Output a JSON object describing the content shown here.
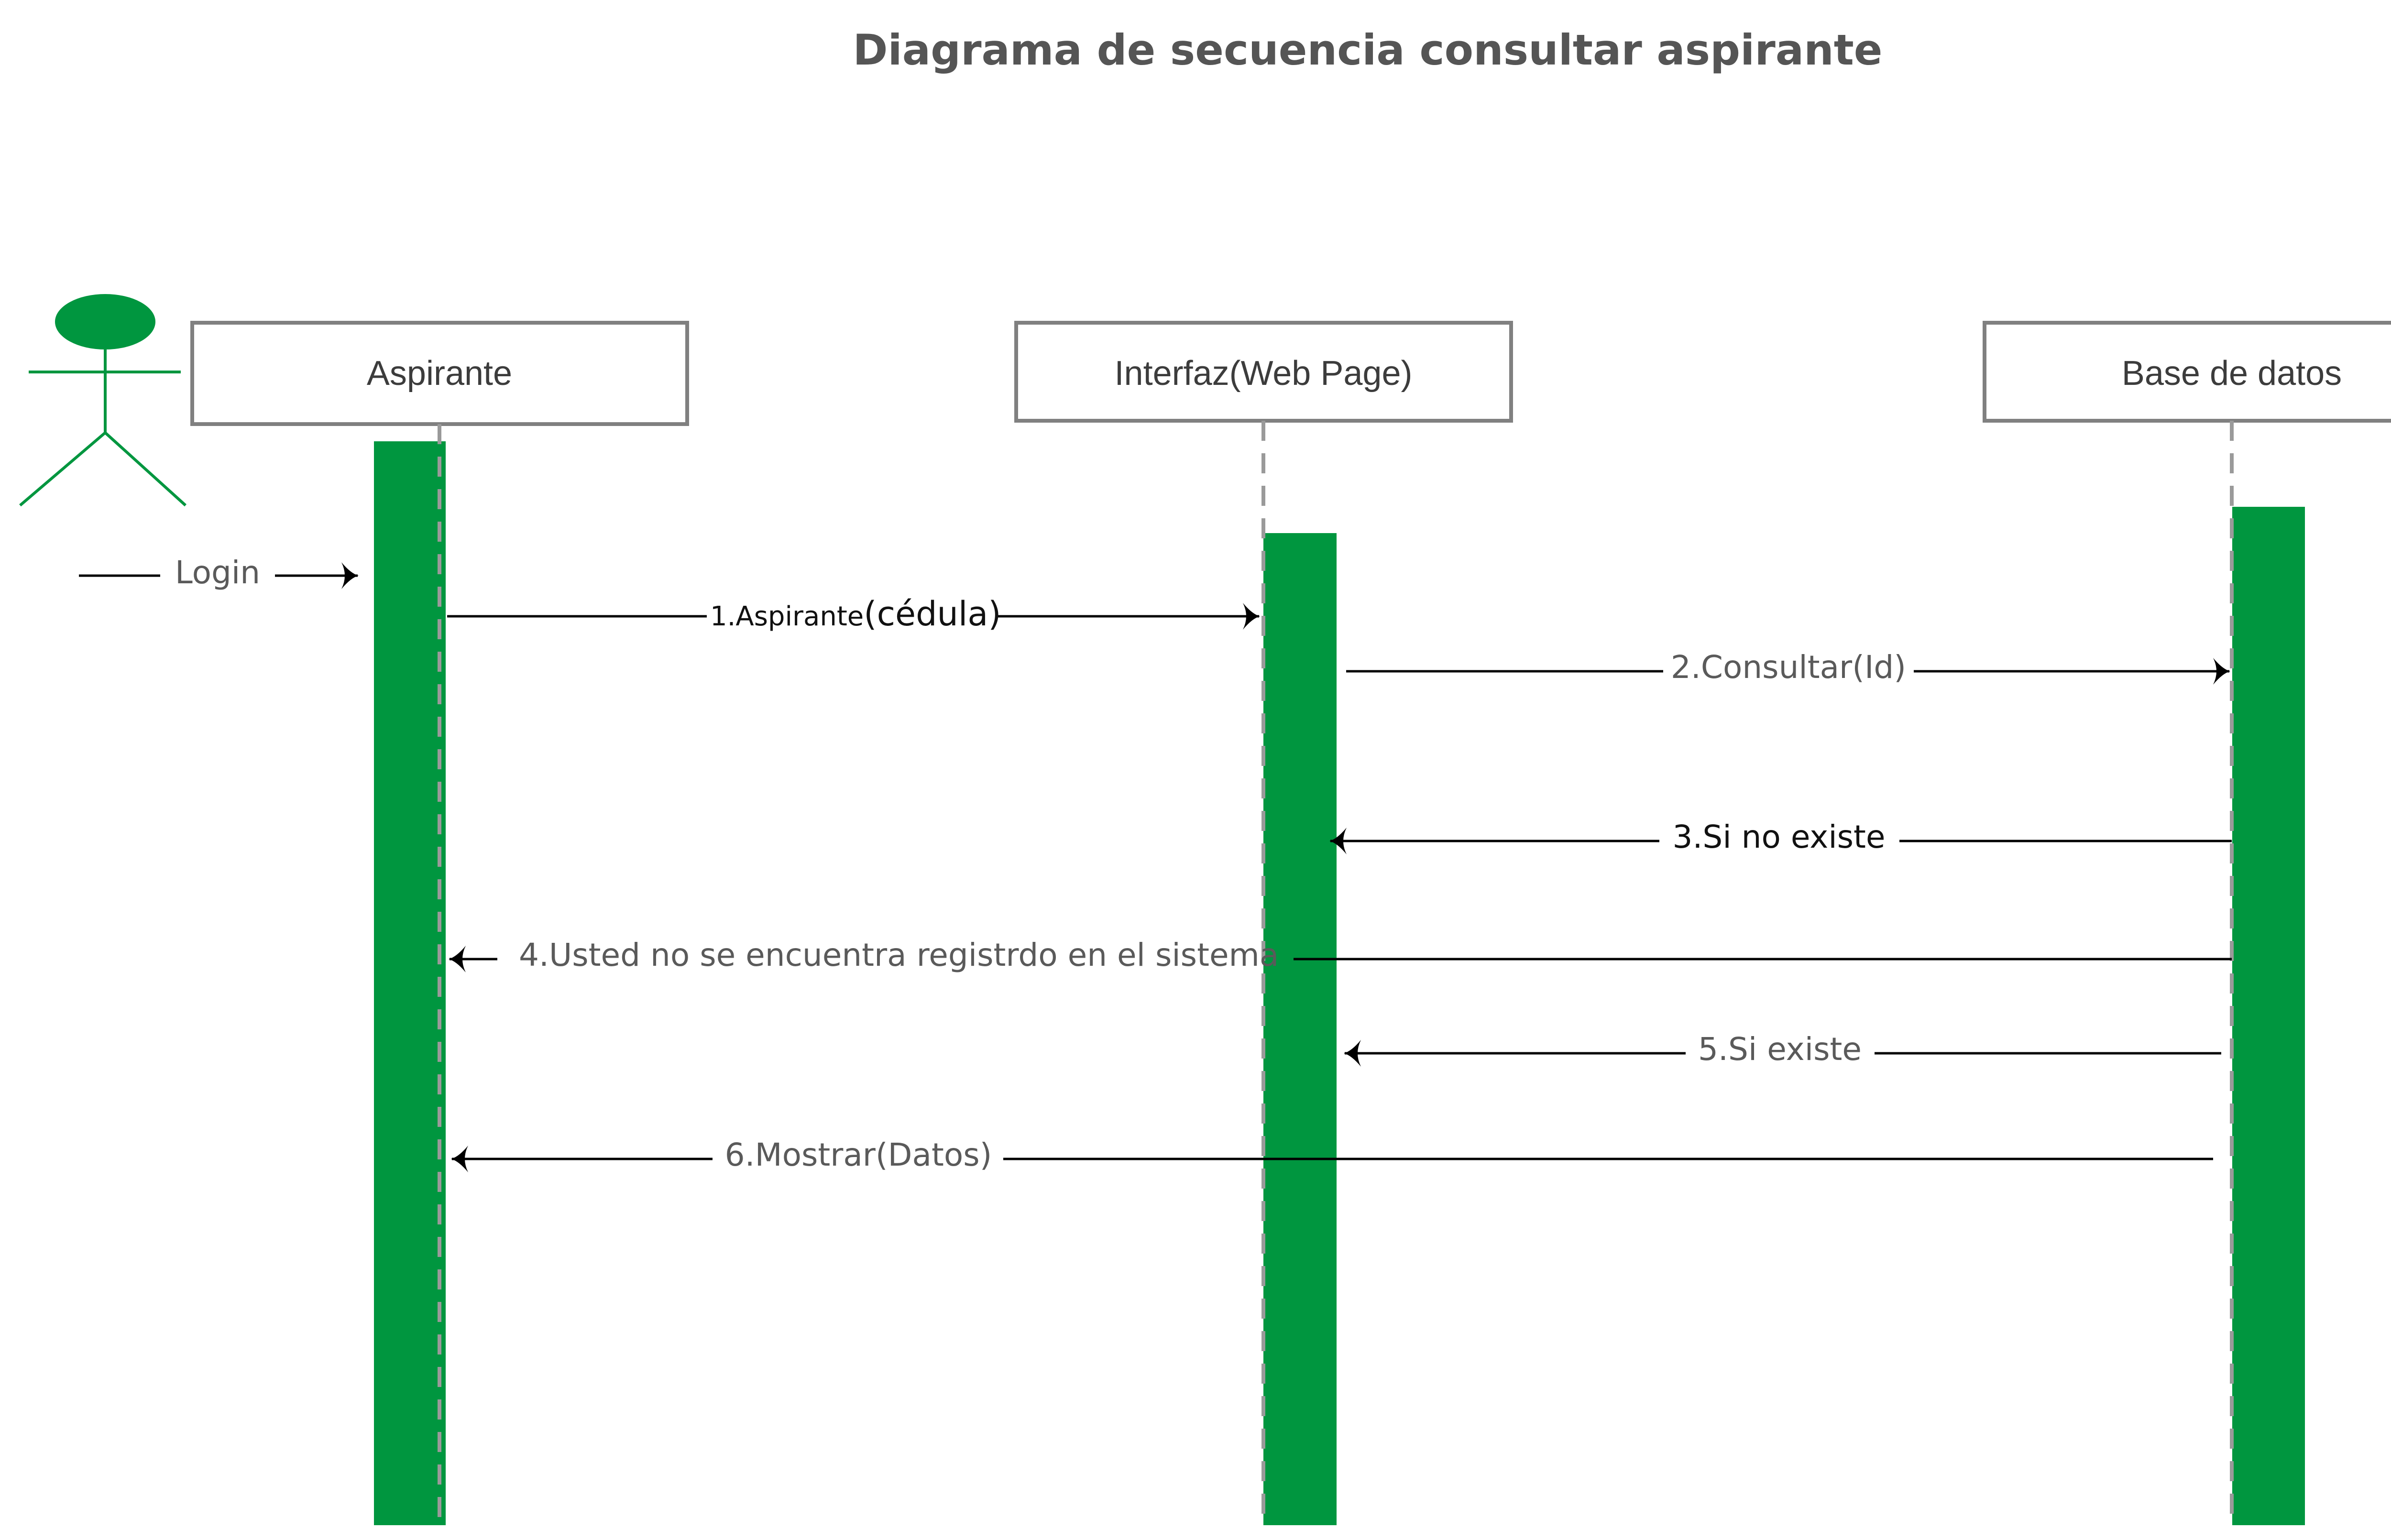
{
  "title": "Diagrama de secuencia consultar aspirante",
  "colors": {
    "activation": "#00963f",
    "actor": "#00963f",
    "box_border": "#808080",
    "lifeline": "#9a9a9a",
    "message": "#000000",
    "title_text": "#555555"
  },
  "actor": {
    "name": "actor-figure",
    "trigger_label": "Login"
  },
  "lifelines": [
    {
      "id": "aspirante",
      "label": "Aspirante"
    },
    {
      "id": "interfaz",
      "label": "Interfaz(Web Page)"
    },
    {
      "id": "base_datos",
      "label": "Base de datos"
    }
  ],
  "messages": [
    {
      "id": "m1",
      "prefix": "1.Aspirante",
      "label": "(cédula)",
      "from": "aspirante",
      "to": "interfaz"
    },
    {
      "id": "m2",
      "label": "2.Consultar(Id)",
      "from": "interfaz",
      "to": "base_datos"
    },
    {
      "id": "m3",
      "label": "3.Si no existe",
      "from": "base_datos",
      "to": "interfaz"
    },
    {
      "id": "m4",
      "label": "4.Usted no se encuentra registrdo en el sistema",
      "from": "base_datos",
      "to": "aspirante"
    },
    {
      "id": "m5",
      "label": "5.Si existe",
      "from": "base_datos",
      "to": "interfaz"
    },
    {
      "id": "m6",
      "label": "6.Mostrar(Datos)",
      "from": "base_datos",
      "to": "aspirante"
    }
  ]
}
